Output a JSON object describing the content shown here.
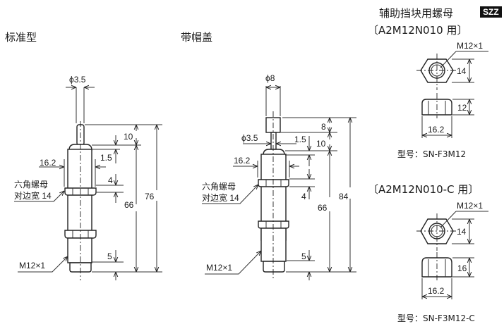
{
  "standard": {
    "title": "标准型",
    "rod_diameter": "ϕ3.5",
    "dim_10": "10",
    "dim_1_5": "1.5",
    "dim_16_2": "16.2",
    "dim_4": "4",
    "dim_66": "66",
    "dim_76": "76",
    "dim_5": "5",
    "hex_nut_label_1": "六角螺母",
    "hex_nut_label_2": "对边宽 14",
    "thread": "M12×1"
  },
  "capped": {
    "title": "带帽盖",
    "cap_diameter": "ϕ8",
    "rod_diameter": "ϕ3.5",
    "dim_8": "8",
    "dim_1_5": "1.5",
    "dim_10": "10",
    "dim_16_2": "16.2",
    "dim_4": "4",
    "dim_66": "66",
    "dim_84": "84",
    "dim_5": "5",
    "hex_nut_label_1": "六角螺母",
    "hex_nut_label_2": "对边宽 14",
    "thread": "M12×1"
  },
  "aux_nut": {
    "title": "辅助挡块用螺母",
    "badge": "SZZ",
    "variant_a": {
      "heading": "〔A2M12N010 用〕",
      "thread": "M12×1",
      "width_across": "14",
      "height": "12",
      "outer": "16.2",
      "model": "型号：SN-F3M12"
    },
    "variant_c": {
      "heading": "〔A2M12N010-C 用〕",
      "thread": "M12×1",
      "width_across": "14",
      "height": "16",
      "outer": "16.2",
      "model": "型号：SN-F3M12-C"
    }
  }
}
